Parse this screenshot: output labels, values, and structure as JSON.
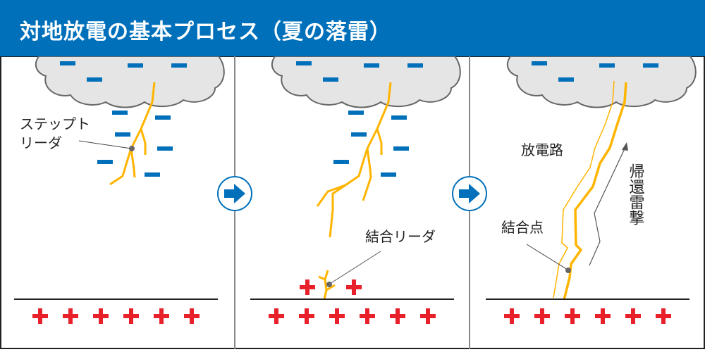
{
  "header": {
    "title": "対地放電の基本プロセス（夏の落雷）"
  },
  "colors": {
    "header_bg": "#0070BB",
    "negative_charge": "#0070BB",
    "positive_charge": "#E8202A",
    "lightning": "#FFB400",
    "cloud_fill": "#E5E5E5",
    "cloud_stroke": "#666666"
  },
  "panels": [
    {
      "id": "panel-1",
      "labels": {
        "stepped_leader_line1": "ステップト",
        "stepped_leader_line2": "リーダ"
      },
      "positive_charges": 6
    },
    {
      "id": "panel-2",
      "labels": {
        "connecting_leader": "結合リーダ"
      },
      "positive_charges": 6,
      "extra_positive_charges": 2
    },
    {
      "id": "panel-3",
      "labels": {
        "discharge_path": "放電路",
        "junction_point": "結合点",
        "return_stroke": "帰還雷撃"
      },
      "positive_charges": 6
    }
  ],
  "arrows": [
    {
      "icon": "right-arrow-icon"
    },
    {
      "icon": "right-arrow-icon"
    }
  ],
  "symbols": {
    "plus": "+",
    "minus": "−"
  }
}
